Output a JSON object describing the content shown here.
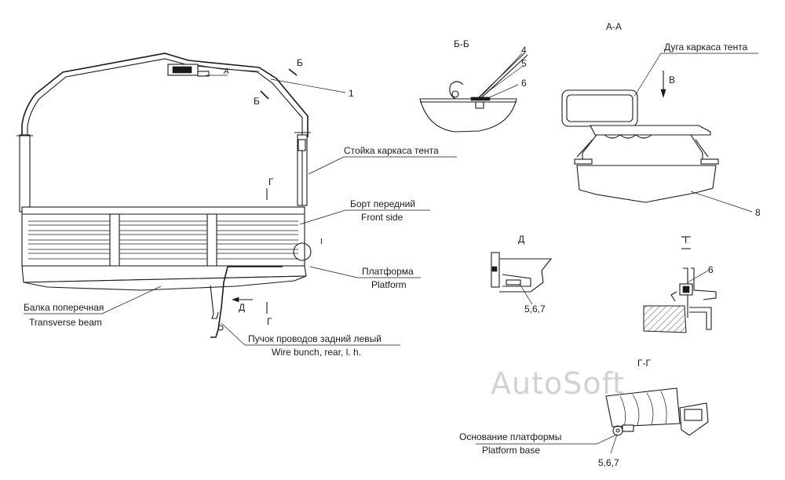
{
  "labels": {
    "frame_arc_1": "1",
    "stand_ru": "Стойка каркаса тента",
    "front_side_ru": "Борт передний",
    "front_side_en": "Front side",
    "platform_ru": "Платформа",
    "platform_en": "Platform",
    "beam_ru": "Балка поперечная",
    "beam_en": "Transverse beam",
    "wires_ru": "Пучок проводов задний левый",
    "wires_en": "Wire bunch, rear, l. h.",
    "arc_ru": "Дуга каркаса тента",
    "item_8": "8",
    "base_ru": "Основание платформы",
    "base_en": "Platform base",
    "items_567_d": "5,6,7",
    "items_567_g": "5,6,7",
    "item_4": "4",
    "item_5": "5",
    "item_6_bb": "6",
    "item_6_i": "6"
  },
  "section_marks": {
    "bb_title": "Б-Б",
    "aa_title": "А-А",
    "d_title": "Д",
    "i_title": "I",
    "gg_title": "Г-Г",
    "b_top": "Б",
    "b_bottom": "Б",
    "a_mark": "А",
    "g_top": "Г",
    "g_bottom": "Г",
    "d_mark": "Д",
    "v_mark": "В",
    "i_mark": "I"
  },
  "watermark": "AutoSoft"
}
